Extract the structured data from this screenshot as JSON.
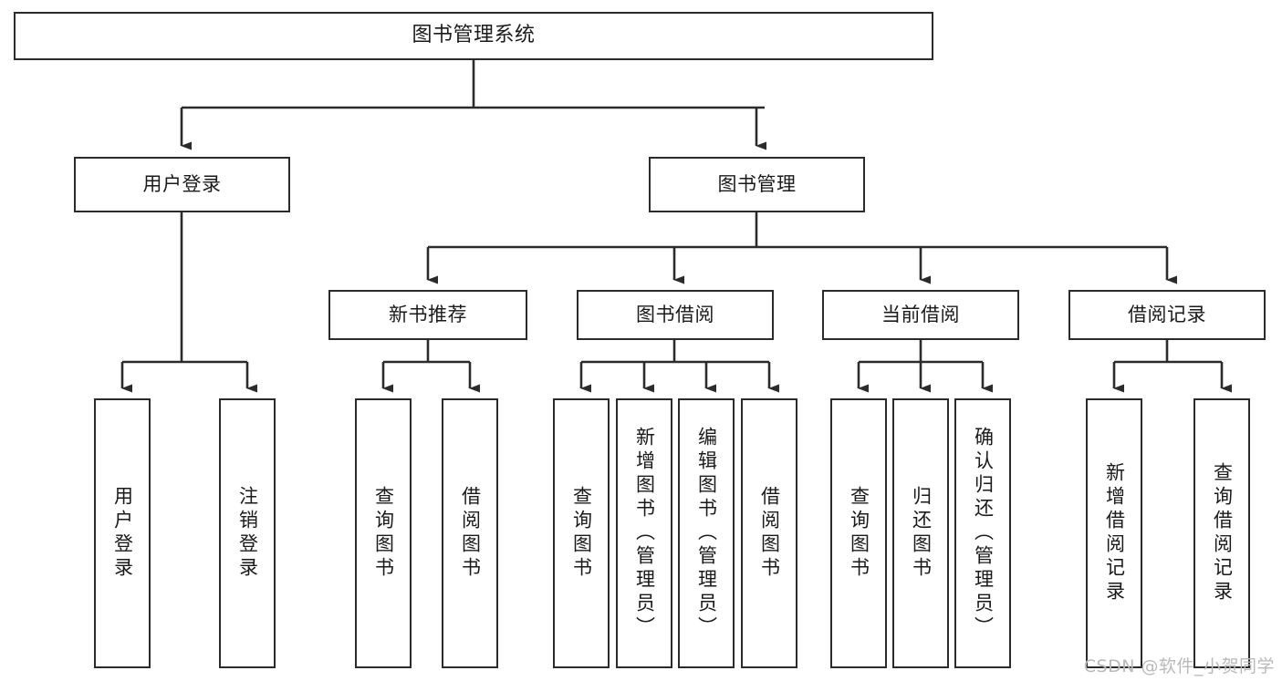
{
  "diagram": {
    "type": "tree-hierarchy-flowchart",
    "root": {
      "label": "图书管理系统"
    },
    "level1": [
      {
        "label": "用户登录"
      },
      {
        "label": "图书管理"
      }
    ],
    "level2": [
      {
        "label": "新书推荐"
      },
      {
        "label": "图书借阅"
      },
      {
        "label": "当前借阅"
      },
      {
        "label": "借阅记录"
      }
    ],
    "leaves": {
      "user_login": [
        {
          "label": "用户登录"
        },
        {
          "label": "注销登录"
        }
      ],
      "new_book_recommend": [
        {
          "label": "查询图书"
        },
        {
          "label": "借阅图书"
        }
      ],
      "book_borrow": [
        {
          "label": "查询图书"
        },
        {
          "label": "新增图书（管理员）"
        },
        {
          "label": "编辑图书（管理员）"
        },
        {
          "label": "借阅图书"
        }
      ],
      "current_borrow": [
        {
          "label": "查询图书"
        },
        {
          "label": "归还图书"
        },
        {
          "label": "确认归还（管理员）"
        }
      ],
      "borrow_record": [
        {
          "label": "新增借阅记录"
        },
        {
          "label": "查询借阅记录"
        }
      ]
    }
  },
  "watermark": {
    "text": "CSDN @软件_小贺同学"
  },
  "colors": {
    "stroke": "#2b2b2b",
    "background": "#ffffff",
    "text": "#1a1a1a",
    "watermark": "#b9b9b9"
  }
}
